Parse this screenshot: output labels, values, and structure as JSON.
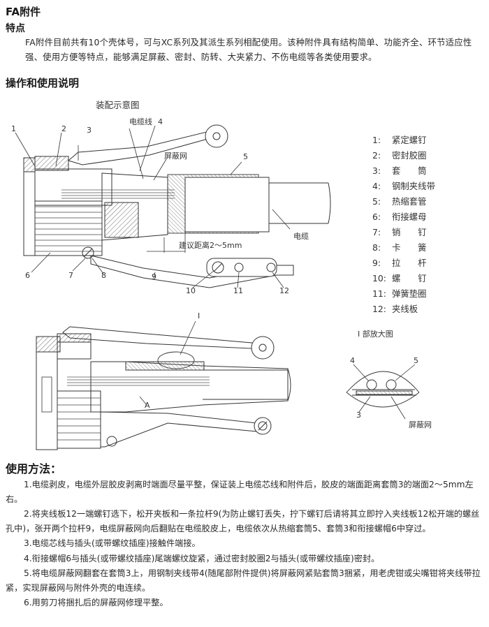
{
  "heading": "FA附件",
  "features": {
    "title": "特点",
    "text": "FA附件目前共有10个壳体号，可与XC系列及其派生系列相配使用。该种附件具有结构简单、功能齐全、环节适应性强、使用方便等特点，能够满足屏蔽、密封、防转、大夹紧力、不伤电缆等各类使用要求。"
  },
  "operation": {
    "title": "操作和使用说明",
    "diagram_title": "装配示意图",
    "labels": {
      "cable_core": "电缆线",
      "shield_net": "屏蔽网",
      "cable": "电缆",
      "distance": "建议距离2～5mm",
      "detail_marker": "I",
      "detail_title": "I 部放大图",
      "arrow_a": "A",
      "detail_shield": "屏蔽网"
    },
    "callouts": [
      "1",
      "2",
      "3",
      "4",
      "5",
      "6",
      "7",
      "8",
      "9",
      "10",
      "11",
      "12"
    ],
    "legend": [
      {
        "num": "1:",
        "name": "紧定螺钉"
      },
      {
        "num": "2:",
        "name": "密封胶圈"
      },
      {
        "num": "3:",
        "name": "套　　筒"
      },
      {
        "num": "4:",
        "name": "钢制夹线带"
      },
      {
        "num": "5:",
        "name": "热缩套管"
      },
      {
        "num": "6:",
        "name": "衔接螺母"
      },
      {
        "num": "7:",
        "name": "销　　钉"
      },
      {
        "num": "8:",
        "name": "卡　　簧"
      },
      {
        "num": "9:",
        "name": "拉　　杆"
      },
      {
        "num": "10:",
        "name": "螺　　钉"
      },
      {
        "num": "11:",
        "name": "弹簧垫圈"
      },
      {
        "num": "12:",
        "name": "夹线板"
      }
    ]
  },
  "usage": {
    "title": "使用方法：",
    "steps": [
      "1.电缆剥皮，电缆外层胶皮剥离时端面尽量平整，保证装上电缆芯线和附件后，胶皮的端面距离套筒3的端面2～5mm左右。",
      "2.将夹线板12一端螺钉选下，松开夹板和一条拉杆9(为防止螺钉丢失，拧下螺钉后请将其立即拧入夹线板12松开端的螺丝孔中)，张开两个拉杆9，电缆屏蔽网向后翻贴在电缆胶皮上，电缆依次从热缩套筒5、套筒3和衔接螺帽6中穿过。",
      "3.电缆芯线与插头(或带螺纹插座)接触件端接。",
      "4.衔接螺帽6与插头(或带螺纹插座)尾端螺纹旋紧，通过密封胶圈2与插头(或带螺纹插座)密封。",
      "5.将电缆屏蔽网翻套在套筒3上，用钢制夹线带4(随尾部附件提供)将屏蔽网紧贴套筒3捆紧，用老虎钳或尖嘴钳将夹线带拉紧，实现屏蔽网与附件外壳的电连续。",
      "6.用剪刀将捆扎后的屏蔽网修理平整。"
    ]
  }
}
